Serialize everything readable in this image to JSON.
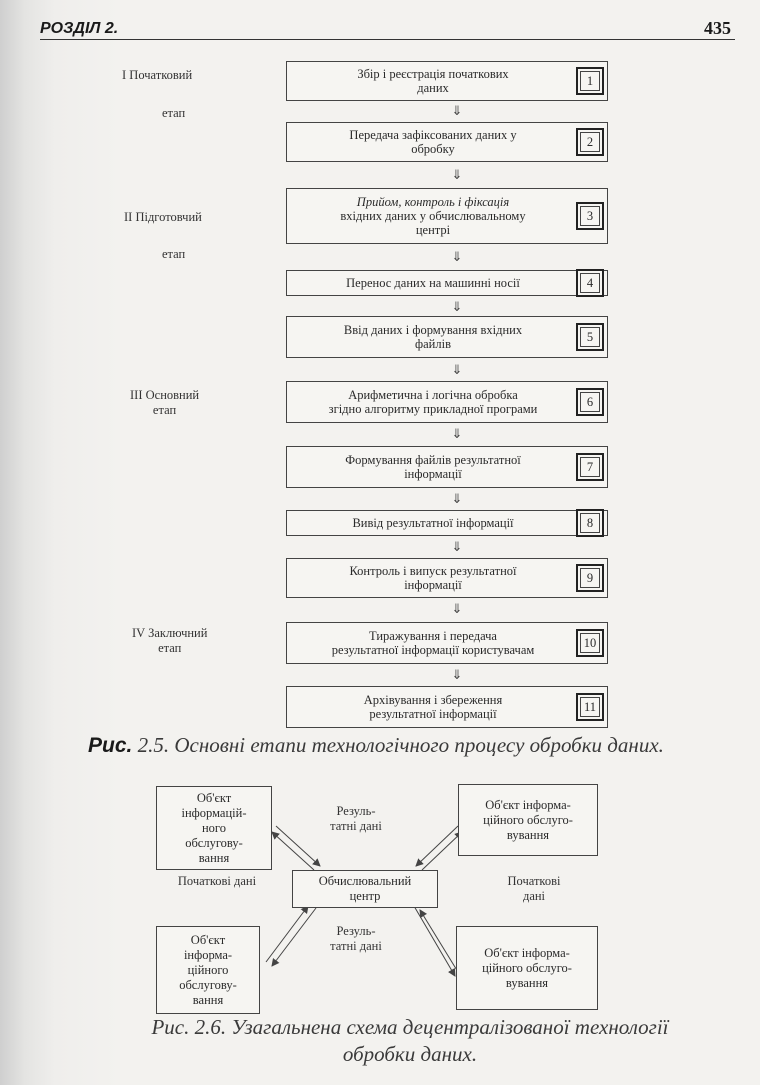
{
  "header": {
    "section": "РОЗДІЛ 2.",
    "page_number": "435"
  },
  "figure1": {
    "stages": [
      {
        "roman": "І Початковий",
        "word": "етап"
      },
      {
        "roman": "ІІ Підготовчий",
        "word": "етап"
      },
      {
        "roman": "ІІІ Основний",
        "word": "етап"
      },
      {
        "roman": "IV Заключний",
        "word": "етап"
      }
    ],
    "steps": [
      {
        "lines": [
          "Збір і реєстрація початкових",
          "даних"
        ],
        "num": "1"
      },
      {
        "lines": [
          "Передача зафіксованих даних у",
          "обробку"
        ],
        "num": "2"
      },
      {
        "lines": [
          "Прийом, контроль і фіксація",
          "вхідних даних у обчислювальному",
          "центрі"
        ],
        "num": "3"
      },
      {
        "lines": [
          "Перенос даних на машинні носії"
        ],
        "num": "4"
      },
      {
        "lines": [
          "Ввід даних і формування вхідних",
          "файлів"
        ],
        "num": "5"
      },
      {
        "lines": [
          "Арифметична і логічна обробка",
          "згідно алгоритму прикладної програми"
        ],
        "num": "6"
      },
      {
        "lines": [
          "Формування файлів результатної",
          "інформації"
        ],
        "num": "7"
      },
      {
        "lines": [
          "Вивід результатної інформації"
        ],
        "num": "8"
      },
      {
        "lines": [
          "Контроль і випуск результатної",
          "інформації"
        ],
        "num": "9"
      },
      {
        "lines": [
          "Тиражування і передача",
          "результатної інформації користувачам"
        ],
        "num": "10"
      },
      {
        "lines": [
          "Архівування і збереження",
          "результатної інформації"
        ],
        "num": "11"
      }
    ],
    "arrow_glyph": "⇓",
    "caption_prefix": "Рис.",
    "caption": " 2.5. Основні етапи технологічного процесу обробки даних."
  },
  "figure2": {
    "object_tl": [
      "Об'єкт",
      "інформацій-",
      "ного",
      "обслугову-",
      "вання"
    ],
    "object_tr": [
      "Об'єкт інформа-",
      "ційного обслуго-",
      "вування"
    ],
    "object_bl": [
      "Об'єкт",
      "інформа-",
      "ційного",
      "обслугову-",
      "вання"
    ],
    "object_br": [
      "Об'єкт інформа-",
      "ційного обслуго-",
      "вування"
    ],
    "center": [
      "Обчислювальний",
      "центр"
    ],
    "label_results_top": [
      "Резуль-",
      "татні дані"
    ],
    "label_initial_left": "Початкові дані",
    "label_initial_right": [
      "Початкові",
      "дані"
    ],
    "label_results_bottom": [
      "Резуль-",
      "татні дані"
    ],
    "caption": [
      "Рис. 2.6. Узагальнена схема децентралізованої технології",
      "обробки даних."
    ]
  }
}
